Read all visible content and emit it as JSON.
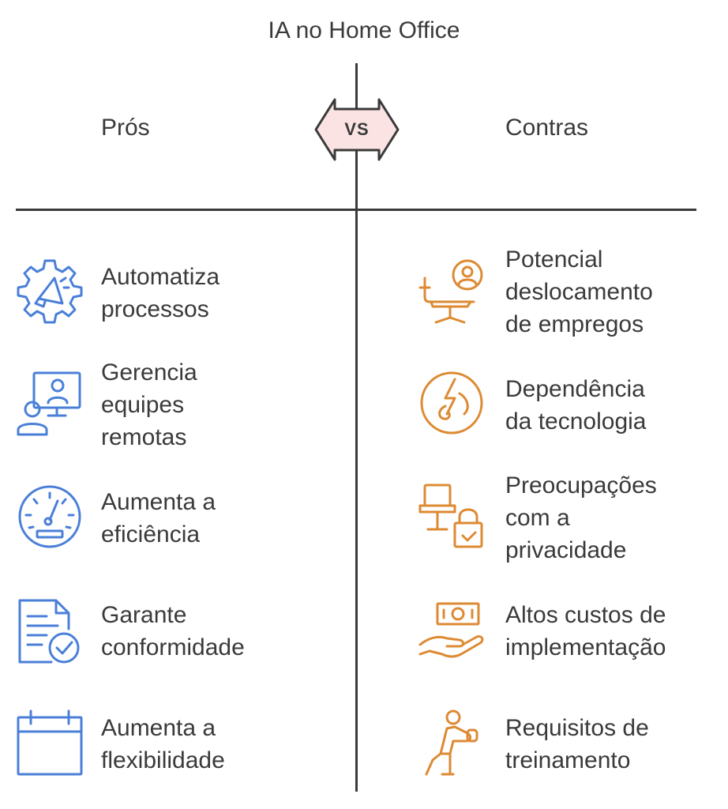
{
  "title": "IA no Home Office",
  "vs_label": "VS",
  "pros": {
    "heading": "Prós",
    "items": [
      {
        "lines": [
          "Automatiza",
          "processos"
        ],
        "icon": "gear-megaphone-icon"
      },
      {
        "lines": [
          "Gerencia",
          "equipes",
          "remotas"
        ],
        "icon": "remote-team-icon"
      },
      {
        "lines": [
          "Aumenta a",
          "eficiência"
        ],
        "icon": "speedometer-icon"
      },
      {
        "lines": [
          "Garante",
          "conformidade"
        ],
        "icon": "document-check-icon"
      },
      {
        "lines": [
          "Aumenta a",
          "flexibilidade"
        ],
        "icon": "calendar-icon"
      }
    ]
  },
  "cons": {
    "heading": "Contras",
    "items": [
      {
        "lines": [
          "Potencial",
          "deslocamento",
          "de empregos"
        ],
        "icon": "office-chair-user-icon"
      },
      {
        "lines": [
          "Dependência",
          "da tecnologia"
        ],
        "icon": "power-dependency-icon"
      },
      {
        "lines": [
          "Preocupações",
          "com a",
          "privacidade"
        ],
        "icon": "computer-lock-icon"
      },
      {
        "lines": [
          "Altos custos de",
          "implementação"
        ],
        "icon": "hand-money-icon"
      },
      {
        "lines": [
          "Requisitos de",
          "treinamento"
        ],
        "icon": "person-training-icon"
      }
    ]
  },
  "colors": {
    "pros_accent": "#4a7fd8",
    "cons_accent": "#dd8a33",
    "vs_fill": "#fbe3e3",
    "line": "#3a3a3a"
  }
}
